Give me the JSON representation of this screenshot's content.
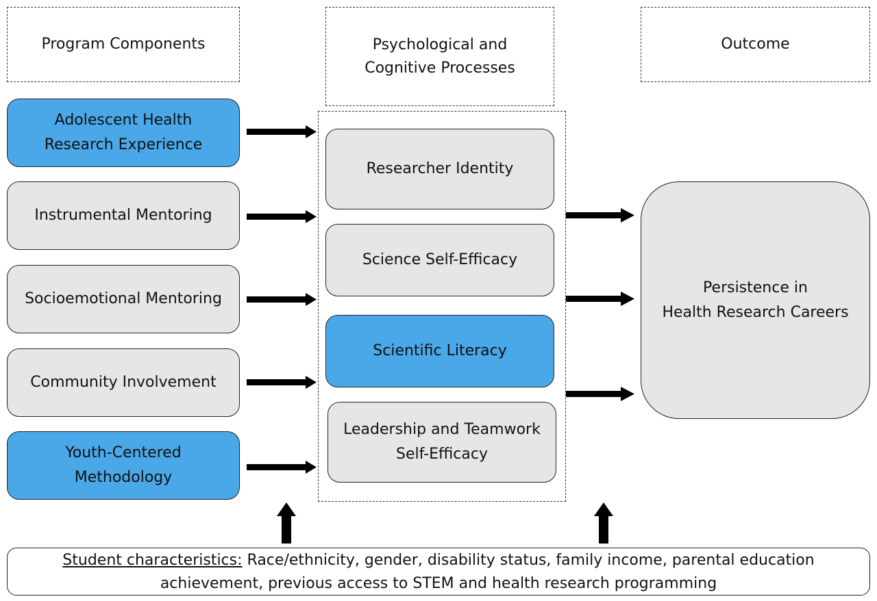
{
  "headers": {
    "program": "Program Components",
    "processes": [
      "Psychological and",
      "Cognitive Processes"
    ],
    "outcome": "Outcome"
  },
  "program_components": [
    {
      "lines": [
        "Adolescent Health",
        "Research Experience"
      ],
      "color": "#4aa8e8"
    },
    {
      "lines": [
        "Instrumental Mentoring"
      ],
      "color": "#e6e6e6"
    },
    {
      "lines": [
        "Socioemotional Mentoring"
      ],
      "color": "#e6e6e6"
    },
    {
      "lines": [
        "Community Involvement"
      ],
      "color": "#e6e6e6"
    },
    {
      "lines": [
        "Youth-Centered",
        "Methodology"
      ],
      "color": "#4aa8e8"
    }
  ],
  "processes": [
    {
      "lines": [
        "Researcher Identity"
      ],
      "color": "#e6e6e6"
    },
    {
      "lines": [
        "Science Self-Efficacy"
      ],
      "color": "#e6e6e6"
    },
    {
      "lines": [
        "Scientific Literacy"
      ],
      "color": "#4aa8e8"
    },
    {
      "lines": [
        "Leadership and Teamwork",
        "Self-Efficacy"
      ],
      "color": "#e6e6e6"
    }
  ],
  "outcome": {
    "lines": [
      "Persistence in",
      "Health Research Careers"
    ],
    "color": "#e6e6e6"
  },
  "footer": {
    "label": "Student characteristics:",
    "text1": " Race/ethnicity, gender, disability status, family income, parental education",
    "text2": "achievement, previous access to STEM and health research programming"
  }
}
